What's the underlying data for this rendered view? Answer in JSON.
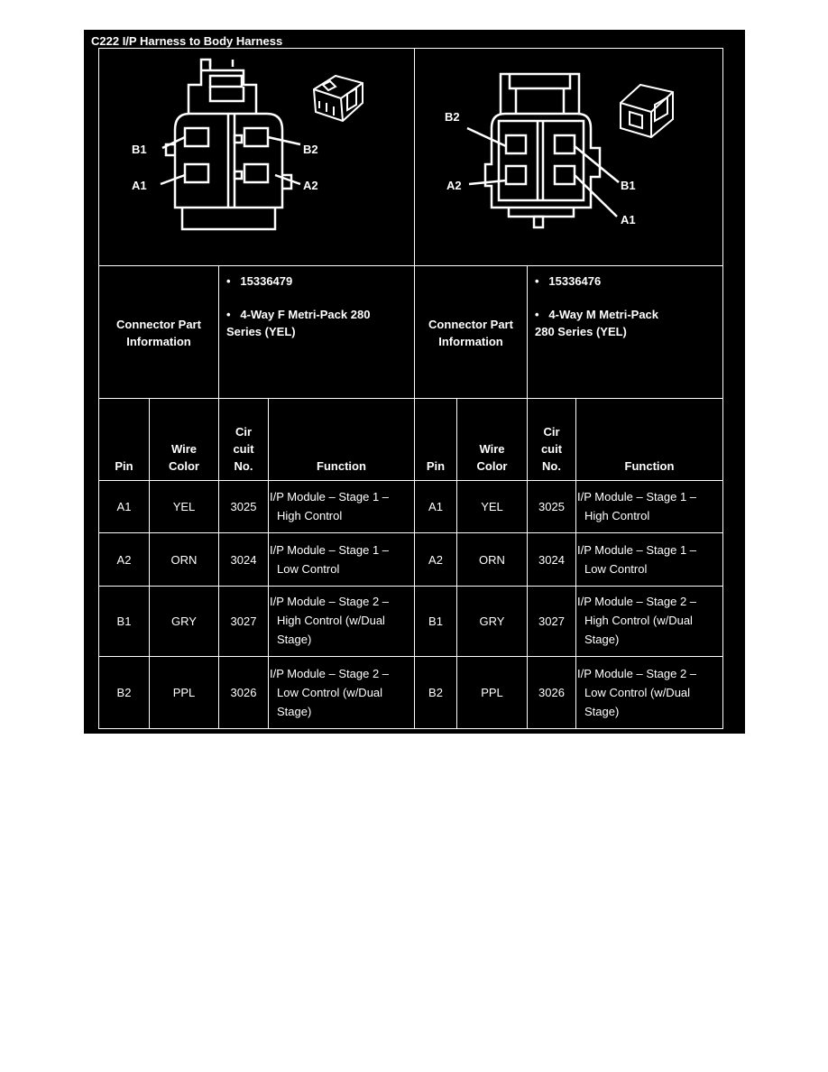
{
  "title": "C222 I/P Harness to Body Harness",
  "connectors": [
    {
      "side": "left",
      "info_label_line1": "Connector Part",
      "info_label_line2": "Information",
      "part_number": "15336479",
      "description_line1": "4-Way F Metri-Pack 280",
      "description_line2": "Series (YEL)",
      "pin_labels": [
        "B1",
        "B2",
        "A1",
        "A2"
      ]
    },
    {
      "side": "right",
      "info_label_line1": "Connector Part",
      "info_label_line2": "Information",
      "part_number": "15336476",
      "description_line1": "4-Way M Metri-Pack",
      "description_line2": "280 Series (YEL)",
      "pin_labels": [
        "B2",
        "A2",
        "B1",
        "A1"
      ]
    }
  ],
  "bullet": "•",
  "headers": {
    "pin": "Pin",
    "wire_line1": "Wire",
    "wire_line2": "Color",
    "circuit_line1": "Cir",
    "circuit_line2": "cuit",
    "circuit_line3": "No.",
    "function": "Function"
  },
  "rows": [
    {
      "pin": "A1",
      "color": "YEL",
      "circuit": "3025",
      "fn": [
        "I/P Module – Stage 1 –",
        "High Control"
      ]
    },
    {
      "pin": "A2",
      "color": "ORN",
      "circuit": "3024",
      "fn": [
        "I/P Module – Stage 1 –",
        "Low Control"
      ]
    },
    {
      "pin": "B1",
      "color": "GRY",
      "circuit": "3027",
      "fn": [
        "I/P Module – Stage 2 –",
        "High Control (w/Dual",
        "Stage)"
      ]
    },
    {
      "pin": "B2",
      "color": "PPL",
      "circuit": "3026",
      "fn": [
        "I/P Module – Stage 2 –",
        "Low Control (w/Dual",
        "Stage)"
      ]
    }
  ]
}
